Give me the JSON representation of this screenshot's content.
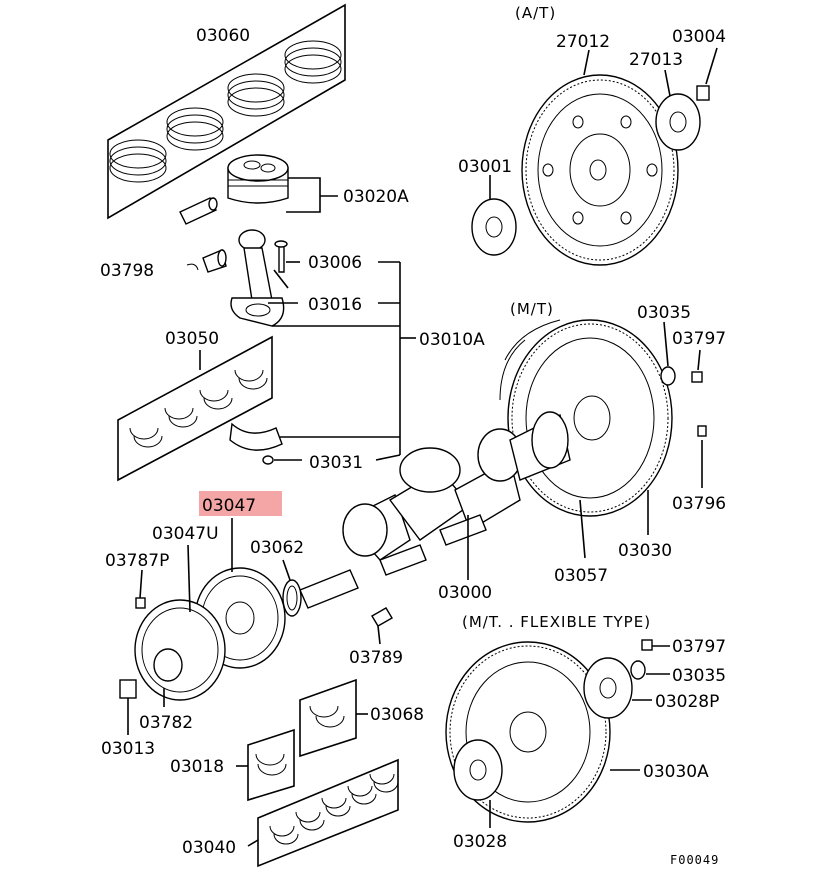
{
  "highlight_color": "#f4a6a6",
  "headers": {
    "at": "(A/T)",
    "mt": "(M/T)",
    "mt_flex": "(M/T. . FLEXIBLE TYPE)"
  },
  "figure_code": "F00049",
  "parts": {
    "p03060": "03060",
    "p03020A": "03020A",
    "p03798": "03798",
    "p03006": "03006",
    "p03016": "03016",
    "p03010A": "03010A",
    "p03050": "03050",
    "p03031": "03031",
    "p27012": "27012",
    "p27013": "27013",
    "p03004": "03004",
    "p03001": "03001",
    "p03035a": "03035",
    "p03797a": "03797",
    "p03796": "03796",
    "p03030": "03030",
    "p03057": "03057",
    "p03000": "03000",
    "p03047": "03047",
    "p03047U": "03047U",
    "p03062": "03062",
    "p03787P": "03787P",
    "p03789": "03789",
    "p03782": "03782",
    "p03013": "03013",
    "p03068": "03068",
    "p03018": "03018",
    "p03040": "03040",
    "p03797b": "03797",
    "p03035b": "03035",
    "p03028P": "03028P",
    "p03030A": "03030A",
    "p03028": "03028"
  }
}
